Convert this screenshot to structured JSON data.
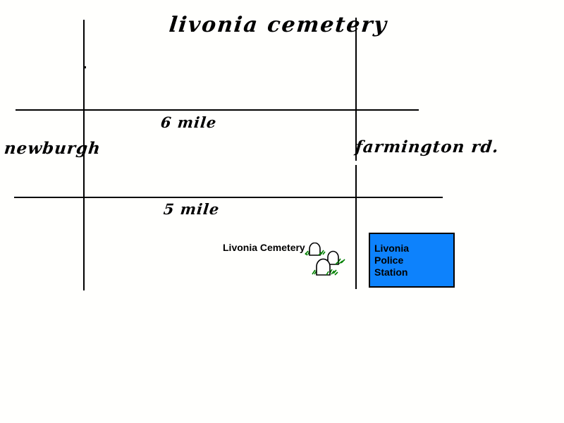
{
  "map": {
    "title": "livonia cemetery",
    "background_color": "#fffffd",
    "line_color": "#000000",
    "roads": [
      {
        "name": "6 mile",
        "label": "6 mile",
        "orientation": "horizontal"
      },
      {
        "name": "5 mile",
        "label": "5 mile",
        "orientation": "horizontal"
      },
      {
        "name": "newburgh",
        "label": "newburgh",
        "orientation": "vertical"
      },
      {
        "name": "farmington rd",
        "label": "farmington rd.",
        "orientation": "vertical"
      }
    ],
    "features": [
      {
        "name": "livonia-cemetery",
        "label": "Livonia Cemetery",
        "icon": "gravestones-icon",
        "icon_colors": {
          "stone": "#000000",
          "grass": "#008000"
        }
      },
      {
        "name": "livonia-police-station",
        "label": "Livonia\nPolice\nStation",
        "fill_color": "#0d82fc",
        "border_color": "#000000"
      }
    ]
  }
}
